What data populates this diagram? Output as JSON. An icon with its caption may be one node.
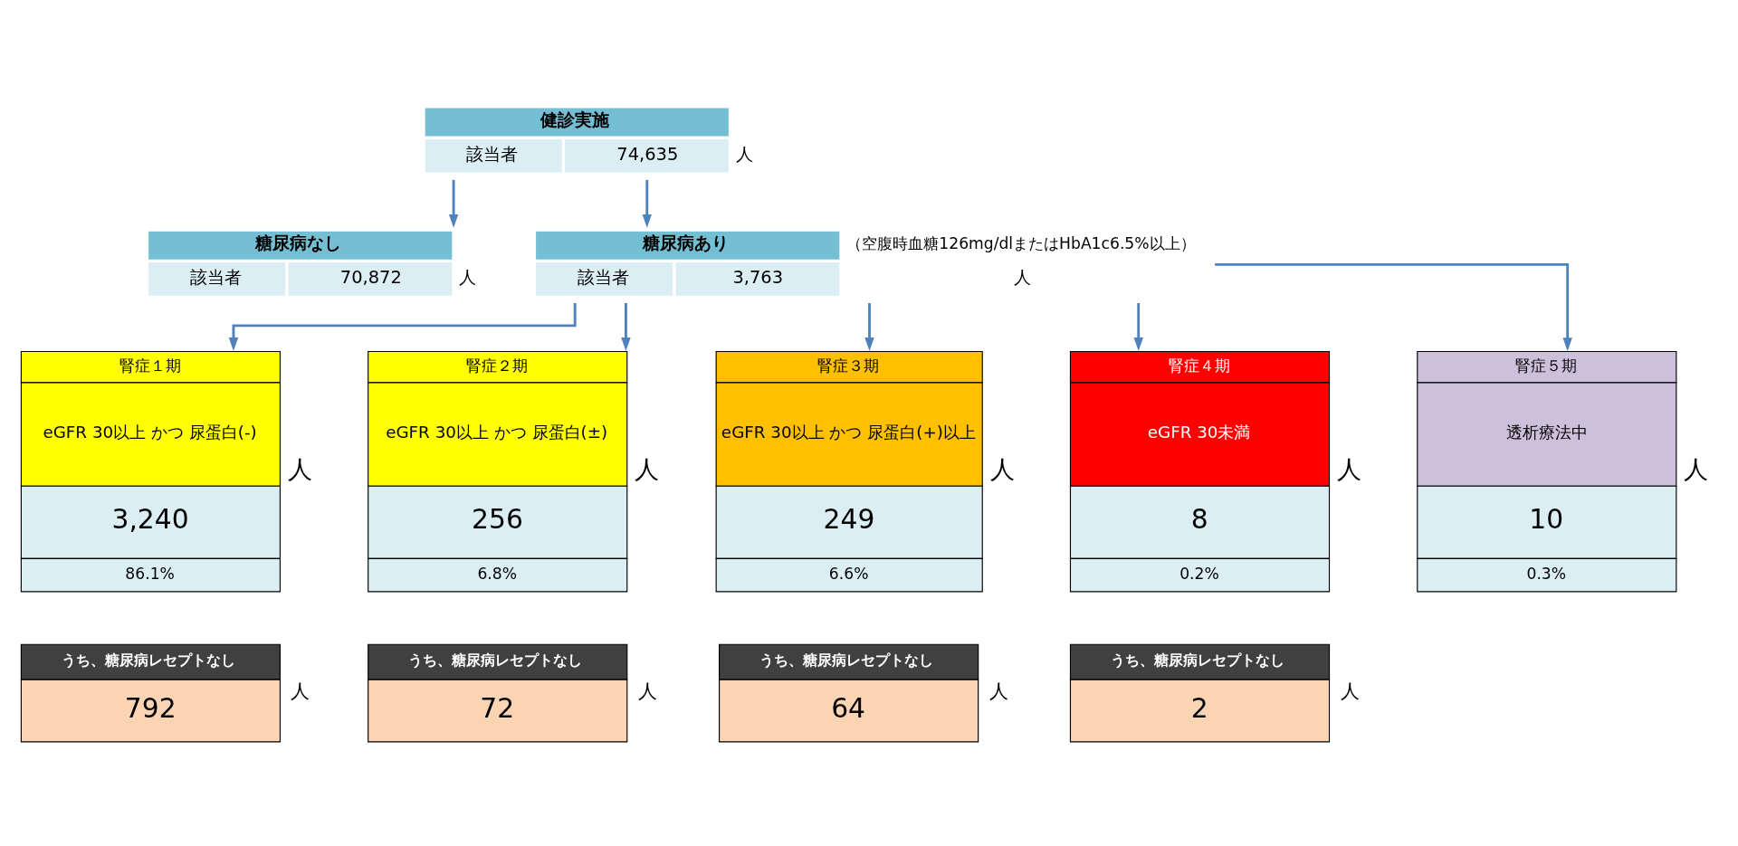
{
  "diagram": {
    "nodes": [
      {
        "text": [
          "健診実施",
          "該当者",
          "74,635"
        ],
        "beside": [
          "人"
        ]
      },
      {
        "text": [
          "糖尿病なし",
          "該当者",
          "70,872"
        ],
        "beside": [
          "人"
        ]
      },
      {
        "text": [
          "糖尿病あり",
          "該当者",
          "3,763"
        ],
        "beside": [
          "人",
          "（空腹時血糖126mg/dlまたはHbA1c6.5%以上）"
        ]
      },
      {
        "text": [
          "腎症１期",
          "eGFR 30以上 かつ 尿蛋白(-)",
          "3,240",
          "86.1%"
        ],
        "beside": [
          "人"
        ]
      },
      {
        "text": [
          "腎症２期",
          "eGFR 30以上 かつ 尿蛋白(±)",
          "256",
          "6.8%"
        ],
        "beside": [
          "人"
        ]
      },
      {
        "text": [
          "腎症３期",
          "eGFR 30以上 かつ 尿蛋白(+)以上",
          "249",
          "6.6%"
        ],
        "beside": [
          "人"
        ]
      },
      {
        "text": [
          "腎症４期",
          "eGFR 30未満",
          "8",
          "0.2%"
        ],
        "beside": [
          "人"
        ]
      },
      {
        "text": [
          "腎症５期",
          "透析療法中",
          "10",
          "0.3%"
        ],
        "beside": [
          "人"
        ]
      },
      {
        "text": [
          "うち、糖尿病レセプトなし",
          "792"
        ],
        "beside": [
          "人"
        ]
      },
      {
        "text": [
          "うち、糖尿病レセプトなし",
          "72"
        ],
        "beside": [
          "人"
        ]
      },
      {
        "text": [
          "うち、糖尿病レセプトなし",
          "64"
        ],
        "beside": [
          "人"
        ]
      },
      {
        "text": [
          "うち、糖尿病レセプトなし",
          "2"
        ],
        "beside": [
          "人"
        ]
      }
    ],
    "edges": [
      {
        "from": 0,
        "to": 1,
        "arrow": "to"
      },
      {
        "from": 0,
        "to": 2,
        "arrow": "to"
      },
      {
        "from": 2,
        "to": 3,
        "arrow": "to"
      },
      {
        "from": 2,
        "to": 4,
        "arrow": "to"
      },
      {
        "from": 2,
        "to": 5,
        "arrow": "to"
      },
      {
        "from": 2,
        "to": 6,
        "arrow": "to"
      },
      {
        "from": 2,
        "to": 7,
        "arrow": "to"
      }
    ]
  }
}
